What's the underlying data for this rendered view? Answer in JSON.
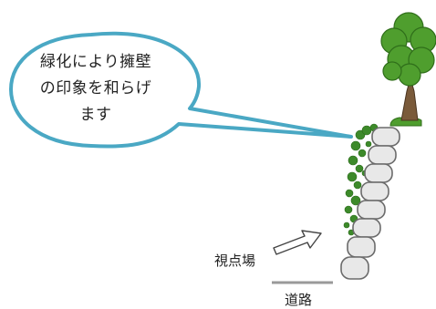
{
  "callout": {
    "line1": "緑化により擁壁",
    "line2": "の印象を和らげ",
    "line3": "ます"
  },
  "labels": {
    "viewpoint": "視点場",
    "road": "道路"
  },
  "colors": {
    "bubble_border": "#4aa8c4",
    "tree_foliage": "#4f9e2e",
    "trunk": "#7a5a3a",
    "ivy": "#3d8a2a",
    "stone_fill": "#e8e8e8",
    "stone_stroke": "#6b6b6b",
    "road_line": "#9a9a9a"
  }
}
